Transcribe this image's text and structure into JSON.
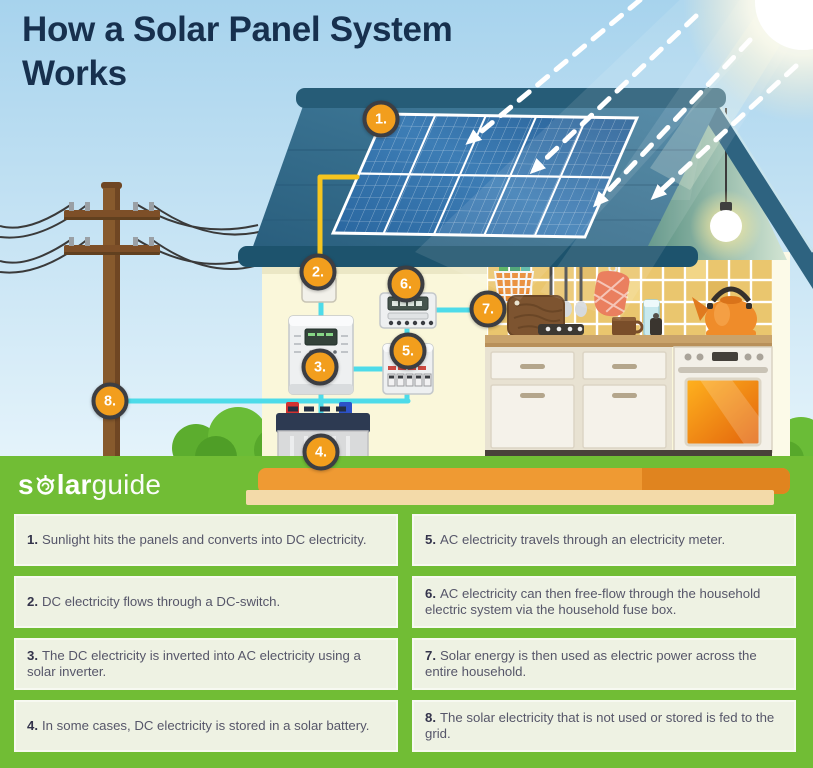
{
  "title": "How a Solar Panel System Works",
  "logo": {
    "part1": "s",
    "part2": "lar",
    "part3": "guide"
  },
  "markers": [
    "1.",
    "2.",
    "3.",
    "4.",
    "5.",
    "6.",
    "7.",
    "8."
  ],
  "steps": [
    {
      "num": "1.",
      "text": "Sunlight hits the panels and converts into DC electricity."
    },
    {
      "num": "2.",
      "text": "DC electricity flows through a DC-switch."
    },
    {
      "num": "3.",
      "text": "The DC electricity is inverted into AC electricity using a solar inverter."
    },
    {
      "num": "4.",
      "text": "In some cases, DC electricity is stored in a solar battery."
    },
    {
      "num": "5.",
      "text": "AC electricity travels through an electricity meter."
    },
    {
      "num": "6.",
      "text": "AC electricity can then free-flow through the household electric system via the household fuse box."
    },
    {
      "num": "7.",
      "text": "Solar energy is then used as electric power across the entire household."
    },
    {
      "num": "8.",
      "text": "The solar electricity that is not used or stored is fed to the grid."
    }
  ],
  "colors": {
    "title_navy": "#17304e",
    "brand_green": "#71bd35",
    "marker_orange": "#f29e1d",
    "wire_cyan": "#4ddbe9",
    "wire_yellow": "#f6c51f",
    "roof_teal": "#2e6380",
    "box_fill": "#eef2e3"
  }
}
